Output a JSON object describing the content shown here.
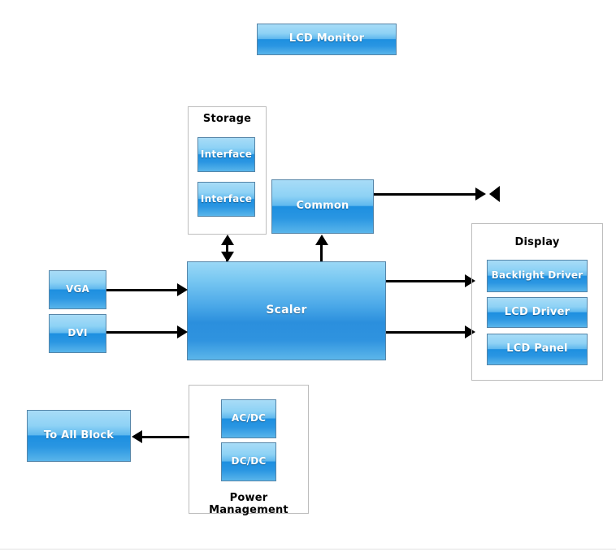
{
  "diagram": {
    "title_block": {
      "label": "LCD Monitor"
    },
    "blocks": {
      "scaler": "Scaler",
      "common": "Common",
      "vga": "VGA",
      "dvi": "DVI",
      "to_all_block": "To All Block",
      "interface_1": "Interface",
      "interface_2": "Interface",
      "backlight_driver": "Backlight Driver",
      "lcd_driver": "LCD Driver",
      "lcd_panel": "LCD Panel",
      "ac_dc": "AC/DC",
      "dc_dc": "DC/DC"
    },
    "groups": {
      "storage": "Storage",
      "display": "Display",
      "power_management": "Power Management"
    },
    "icons": {
      "speaker": "speaker-icon"
    },
    "colors": {
      "block_top": "#a8dcf7",
      "block_bottom": "#1d8fe0",
      "block_border": "#5585a8",
      "group_border": "#bdbdbd",
      "connector": "#000000",
      "block_text": "#ffffff",
      "label_text": "#000000",
      "background": "#ffffff"
    }
  }
}
